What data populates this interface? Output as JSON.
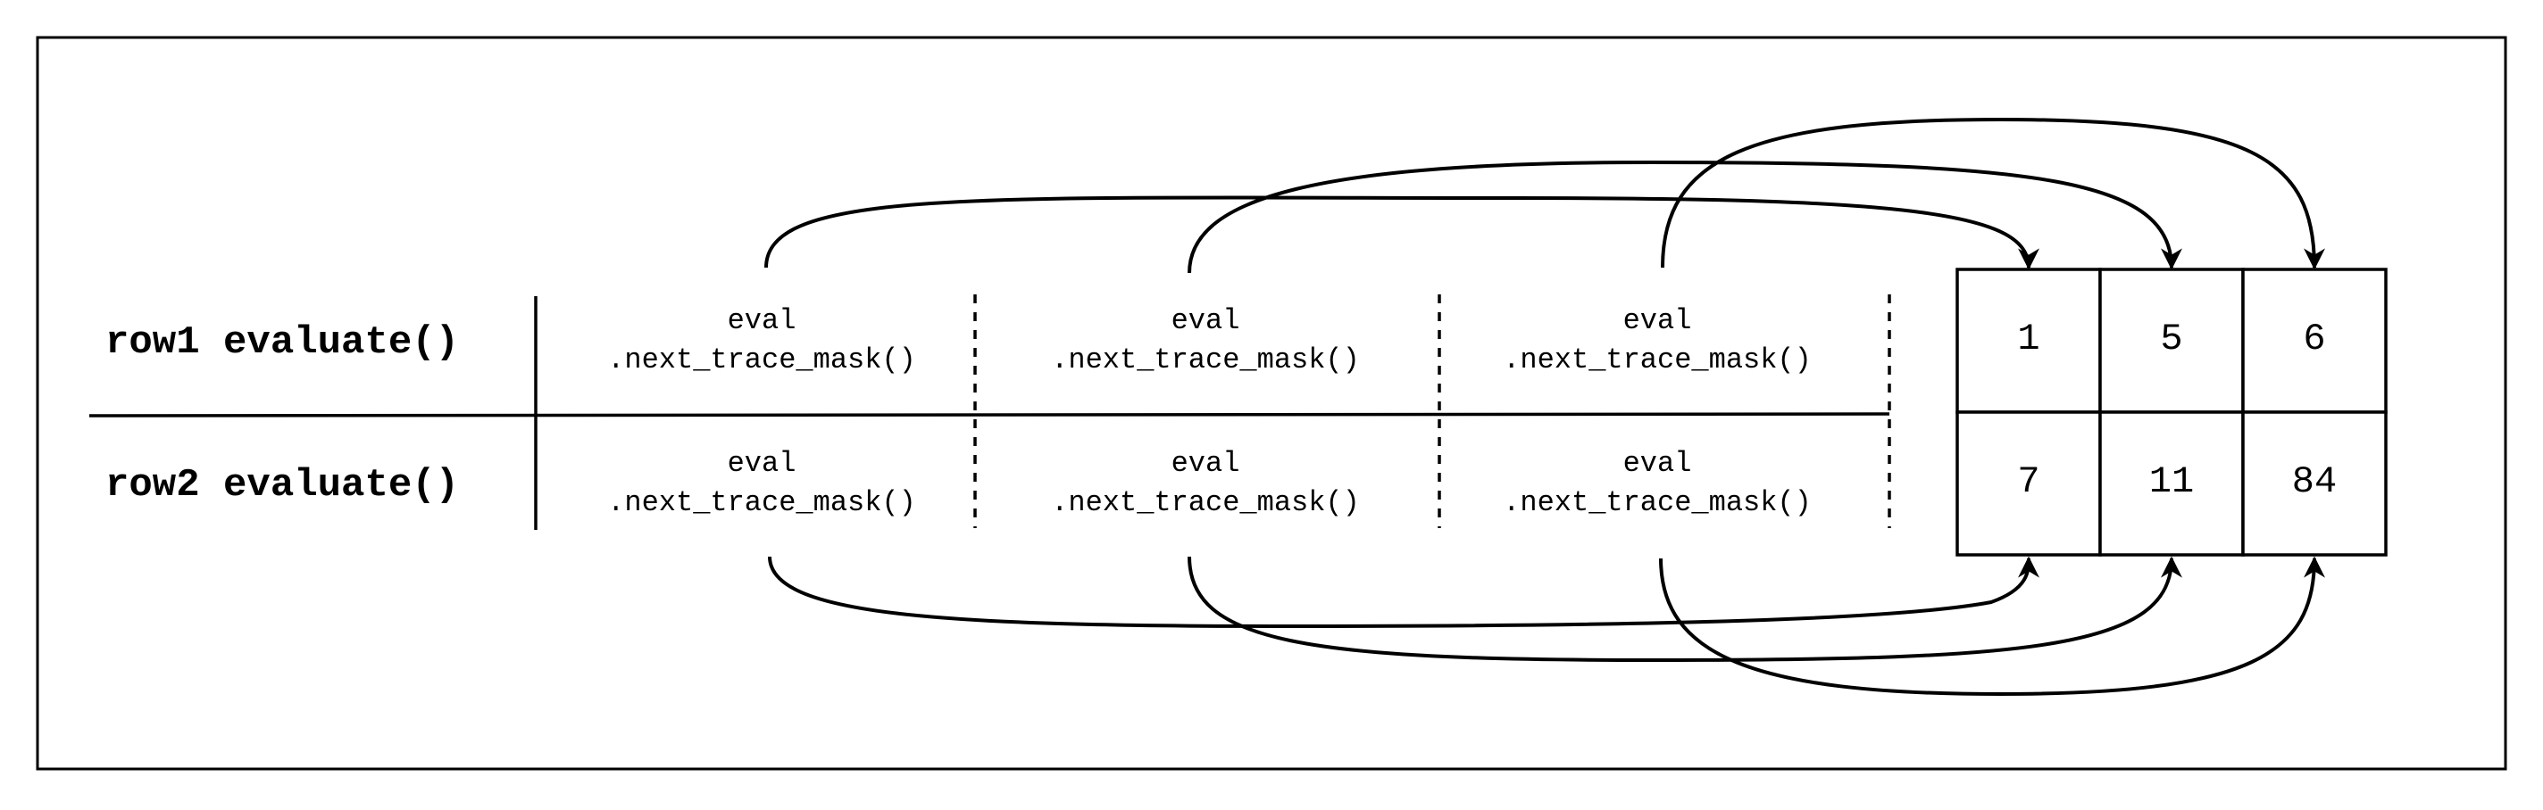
{
  "rows": [
    {
      "label": "row1 evaluate()",
      "evals": [
        {
          "line1": "eval",
          "line2": ".next_trace_mask()"
        },
        {
          "line1": "eval",
          "line2": ".next_trace_mask()"
        },
        {
          "line1": "eval",
          "line2": ".next_trace_mask()"
        }
      ]
    },
    {
      "label": "row2 evaluate()",
      "evals": [
        {
          "line1": "eval",
          "line2": ".next_trace_mask()"
        },
        {
          "line1": "eval",
          "line2": ".next_trace_mask()"
        },
        {
          "line1": "eval",
          "line2": ".next_trace_mask()"
        }
      ]
    }
  ],
  "trace_grid": [
    [
      "1",
      "5",
      "6"
    ],
    [
      "7",
      "11",
      "84"
    ]
  ]
}
